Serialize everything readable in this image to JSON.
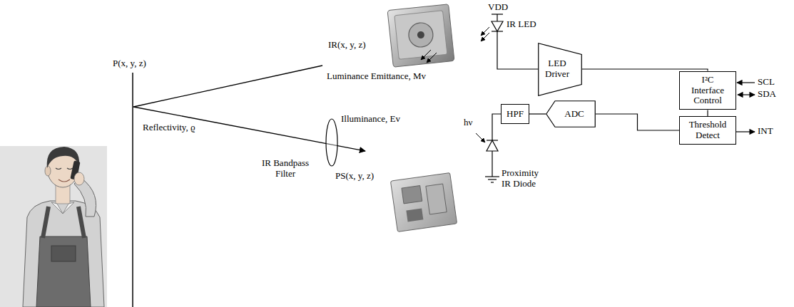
{
  "diagram": {
    "nodes": [
      {
        "text": [
          "LED Driver"
        ]
      },
      {
        "text": [
          "I²C Interface Control"
        ]
      },
      {
        "text": [
          "HPF"
        ]
      },
      {
        "text": [
          "ADC"
        ]
      },
      {
        "text": [
          "Threshold Detect"
        ]
      }
    ],
    "edges": [
      {
        "from": 0,
        "to": 1,
        "arrow": "none"
      },
      {
        "from": 1,
        "to": 4,
        "arrow": "none"
      },
      {
        "from": 2,
        "to": 3,
        "arrow": "none"
      },
      {
        "from": 3,
        "to": 4,
        "arrow": "none"
      }
    ],
    "labels": [
      "P(x, y, z)",
      "IR(x, y, z)",
      "Luminance Emittance, Mv",
      "Reflectivity, ϱ",
      "Illuminance, Ev",
      "IR Bandpass Filter",
      "PS(x, y, z)",
      "VDD",
      "IR LED",
      "SCL",
      "SDA",
      "INT",
      "hν",
      "Proximity IR Diode"
    ]
  }
}
